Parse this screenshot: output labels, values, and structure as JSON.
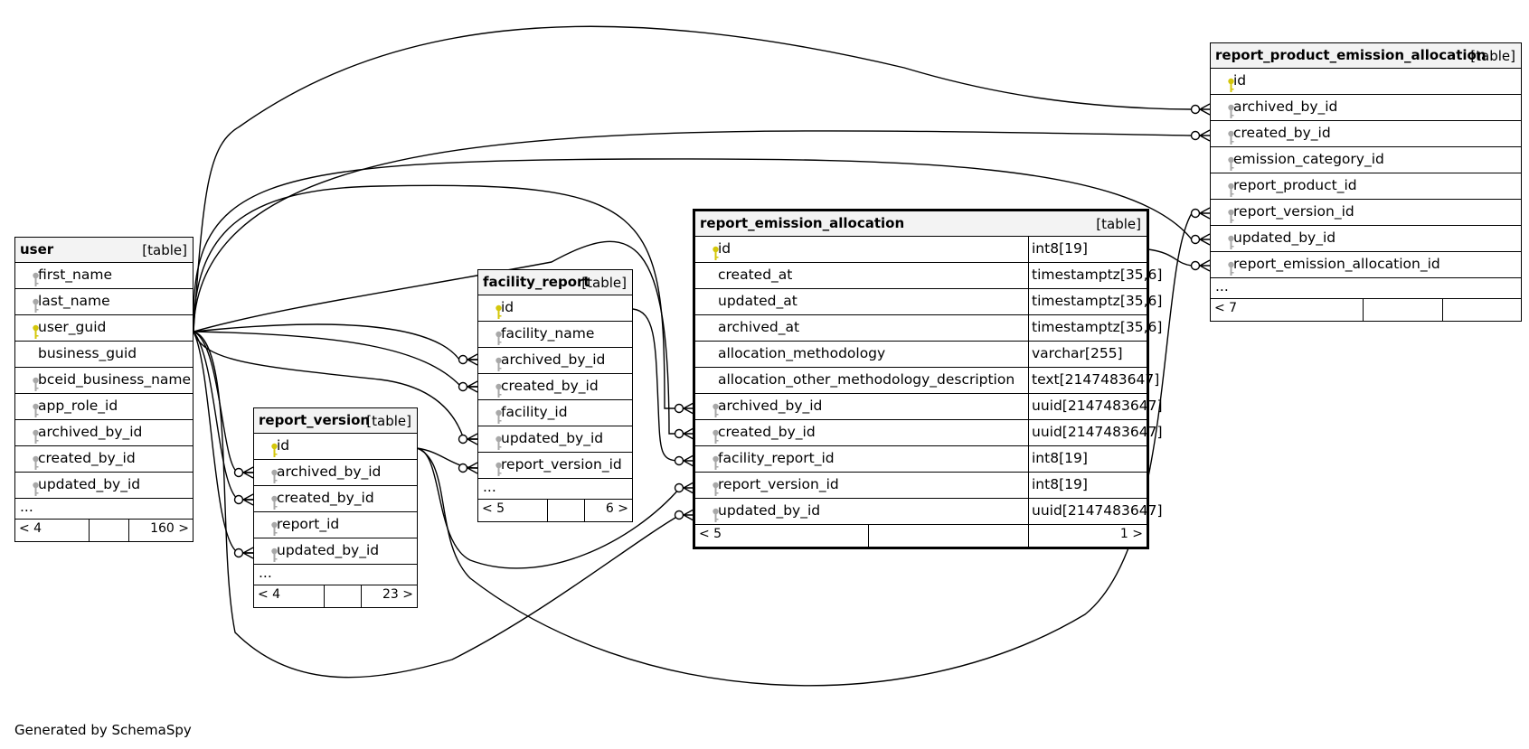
{
  "colors": {
    "primary_key": "#d4c70b",
    "foreign_key": "#a8a8a8",
    "header_bg": "#f3f3f3"
  },
  "tables": {
    "user": {
      "name": "user",
      "kind": "[table]",
      "columns": [
        "first_name",
        "last_name",
        "user_guid",
        "business_guid",
        "bceid_business_name",
        "app_role_id",
        "archived_by_id",
        "created_by_id",
        "updated_by_id"
      ],
      "more": "...",
      "parents": "< 4",
      "children": "160 >"
    },
    "report_version": {
      "name": "report_version",
      "kind": "[table]",
      "columns": [
        "id",
        "archived_by_id",
        "created_by_id",
        "report_id",
        "updated_by_id"
      ],
      "more": "...",
      "parents": "< 4",
      "children": "23 >"
    },
    "facility_report": {
      "name": "facility_report",
      "kind": "[table]",
      "columns": [
        "id",
        "facility_name",
        "archived_by_id",
        "created_by_id",
        "facility_id",
        "updated_by_id",
        "report_version_id"
      ],
      "more": "...",
      "parents": "< 5",
      "children": "6 >"
    },
    "report_emission_allocation": {
      "name": "report_emission_allocation",
      "kind": "[table]",
      "columns": [
        {
          "name": "id",
          "type": "int8[19]"
        },
        {
          "name": "created_at",
          "type": "timestamptz[35,6]"
        },
        {
          "name": "updated_at",
          "type": "timestamptz[35,6]"
        },
        {
          "name": "archived_at",
          "type": "timestamptz[35,6]"
        },
        {
          "name": "allocation_methodology",
          "type": "varchar[255]"
        },
        {
          "name": "allocation_other_methodology_description",
          "type": "text[2147483647]"
        },
        {
          "name": "archived_by_id",
          "type": "uuid[2147483647]"
        },
        {
          "name": "created_by_id",
          "type": "uuid[2147483647]"
        },
        {
          "name": "facility_report_id",
          "type": "int8[19]"
        },
        {
          "name": "report_version_id",
          "type": "int8[19]"
        },
        {
          "name": "updated_by_id",
          "type": "uuid[2147483647]"
        }
      ],
      "parents": "< 5",
      "children": "1 >"
    },
    "report_product_emission_allocation": {
      "name": "report_product_emission_allocation",
      "kind": "[table]",
      "columns": [
        "id",
        "archived_by_id",
        "created_by_id",
        "emission_category_id",
        "report_product_id",
        "report_version_id",
        "updated_by_id",
        "report_emission_allocation_id"
      ],
      "more": "...",
      "parents": "< 7"
    }
  },
  "footer": {
    "generated_by": "Generated by SchemaSpy"
  }
}
